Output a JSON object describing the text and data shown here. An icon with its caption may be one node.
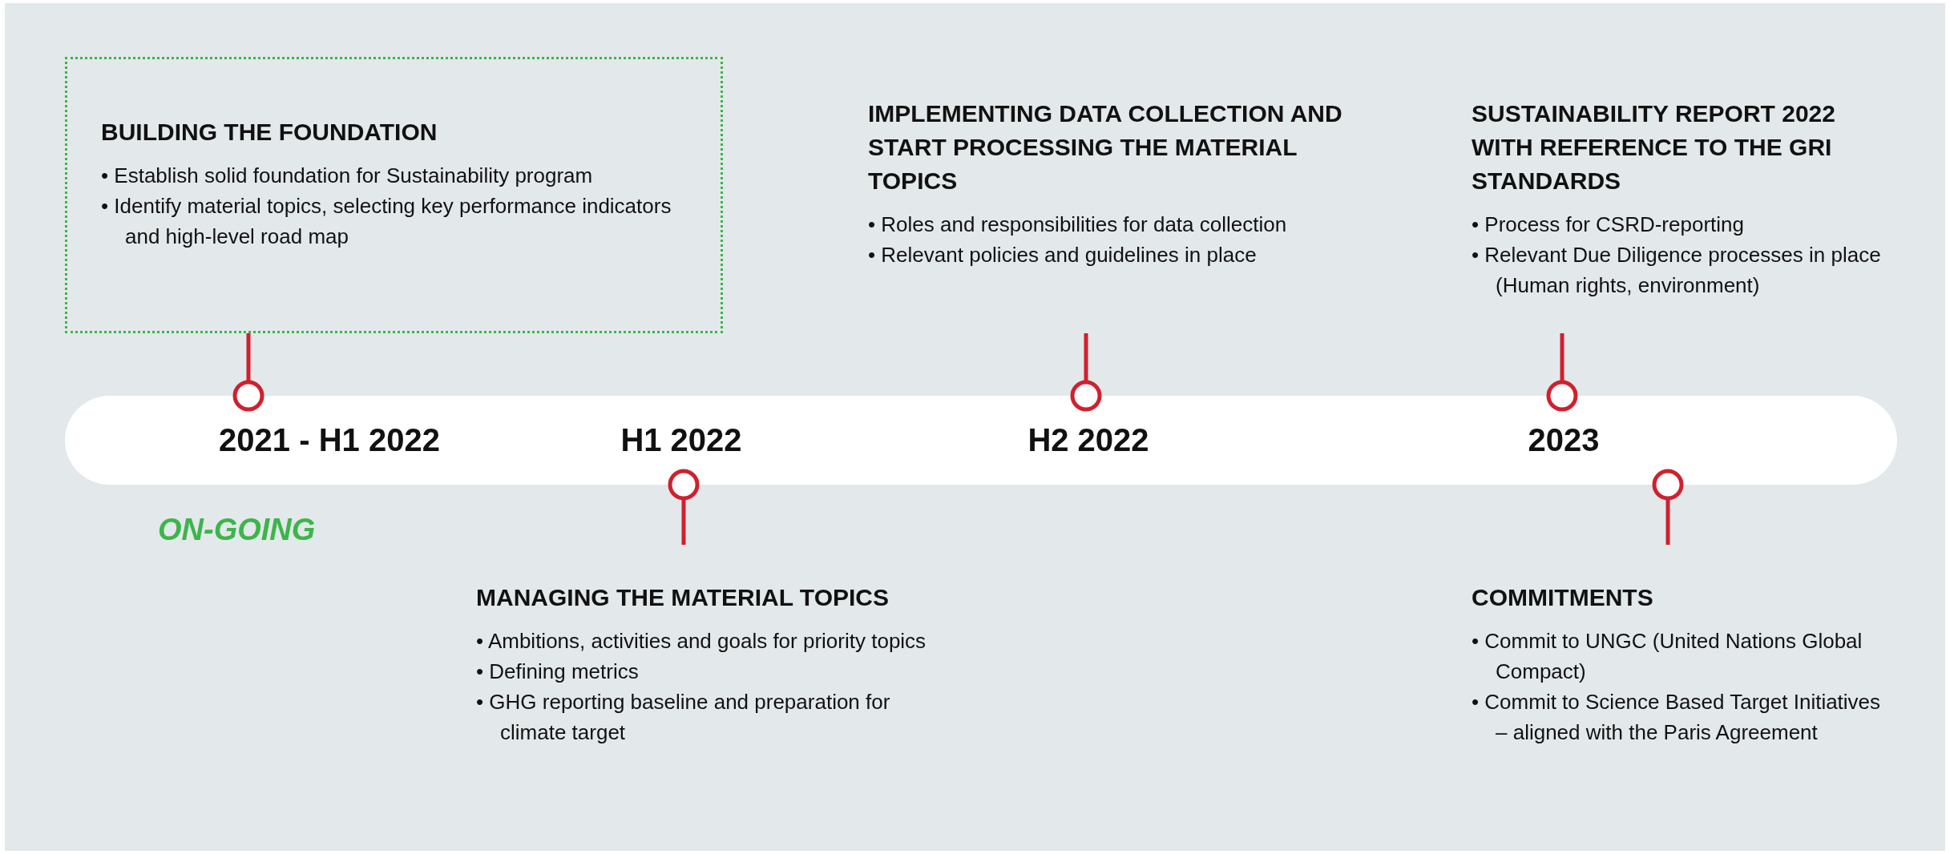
{
  "diagram": {
    "nodes": [
      {
        "text": [],
        "shape": "bar"
      },
      {
        "text": [
          "2021 - H1 2022"
        ],
        "in": 0
      },
      {
        "text": [
          "H1 2022"
        ],
        "in": 0
      },
      {
        "text": [
          "H2 2022"
        ],
        "in": 0
      },
      {
        "text": [
          "2023"
        ],
        "in": 0
      },
      {
        "text": [
          "BUILDING THE FOUNDATION",
          "• Establish solid foundation for Sustainability program",
          "• Identify material topics, selecting key performance indicators and high-level road map"
        ]
      },
      {
        "text": [
          "MANAGING THE MATERIAL TOPICS",
          "• Ambitions, activities and goals for priority topics",
          "• Defining metrics",
          "• GHG reporting baseline and preparation for climate target"
        ]
      },
      {
        "text": [
          "IMPLEMENTING DATA COLLECTION AND START PROCESSING THE MATERIAL TOPICS",
          "• Roles and responsibilities for data collection",
          "• Relevant policies and guidelines in place"
        ]
      },
      {
        "text": [
          "SUSTAINABILITY REPORT 2022 WITH REFERENCE TO THE GRI STANDARDS",
          "• Process for CSRD-reporting",
          "• Relevant Due Diligence processes in place (Human rights, environment)"
        ]
      },
      {
        "text": [
          "COMMITMENTS",
          "• Commit to UNGC (United Nations Global Compact)",
          "• Commit to Science Based Target Initiatives – aligned with the Paris Agreement"
        ]
      }
    ],
    "edges": [
      {
        "from": 5,
        "to": 1,
        "arrow": "other"
      },
      {
        "from": 6,
        "to": 2,
        "arrow": "other"
      },
      {
        "from": 7,
        "to": 3,
        "arrow": "other"
      },
      {
        "from": 8,
        "to": 4,
        "arrow": "other"
      },
      {
        "from": 9,
        "to": 4,
        "arrow": "other"
      }
    ],
    "labels": [
      "ON-GOING"
    ]
  }
}
